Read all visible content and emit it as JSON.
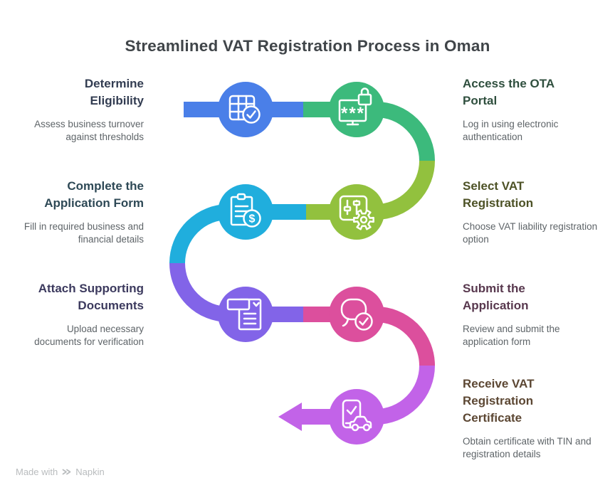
{
  "title": "Streamlined VAT Registration Process in Oman",
  "title_color": "#404549",
  "body_text_color": "#5e6468",
  "steps": [
    {
      "title": "Determine Eligibility",
      "description": "Assess business turnover against thresholds",
      "color": "#4a7fe8",
      "title_color": "#333d52",
      "icon": "table-check-icon",
      "side": "left"
    },
    {
      "title": "Access the OTA Portal",
      "description": "Log in using electronic authentication",
      "color": "#3cba7c",
      "title_color": "#2f4f3e",
      "icon": "monitor-password-lock-icon",
      "side": "right"
    },
    {
      "title": "Complete the Application Form",
      "description": "Fill in required business and financial details",
      "color": "#20aedd",
      "title_color": "#2e4956",
      "icon": "clipboard-dollar-icon",
      "side": "left"
    },
    {
      "title": "Select VAT Registration",
      "description": "Choose VAT liability registration option",
      "color": "#92c13e",
      "title_color": "#4d5226",
      "icon": "sliders-gear-icon",
      "side": "right"
    },
    {
      "title": "Attach Supporting Documents",
      "description": "Upload necessary documents for verification",
      "color": "#8264e8",
      "title_color": "#3c3a5e",
      "icon": "document-check-icon",
      "side": "left"
    },
    {
      "title": "Submit the Application",
      "description": "Review and submit the application form",
      "color": "#dc4f9d",
      "title_color": "#58384e",
      "icon": "chat-check-icon",
      "side": "right"
    },
    {
      "title": "Receive VAT Registration Certificate",
      "description": "Obtain certificate with TIN and registration details",
      "color": "#c263e8",
      "title_color": "#5c4733",
      "icon": "smartphone-check-car-icon",
      "side": "right"
    }
  ],
  "icon_glyphs": {
    "password_mask": "***",
    "dollar_sign": "$"
  },
  "footer": {
    "made_with": "Made with",
    "brand": "Napkin"
  }
}
